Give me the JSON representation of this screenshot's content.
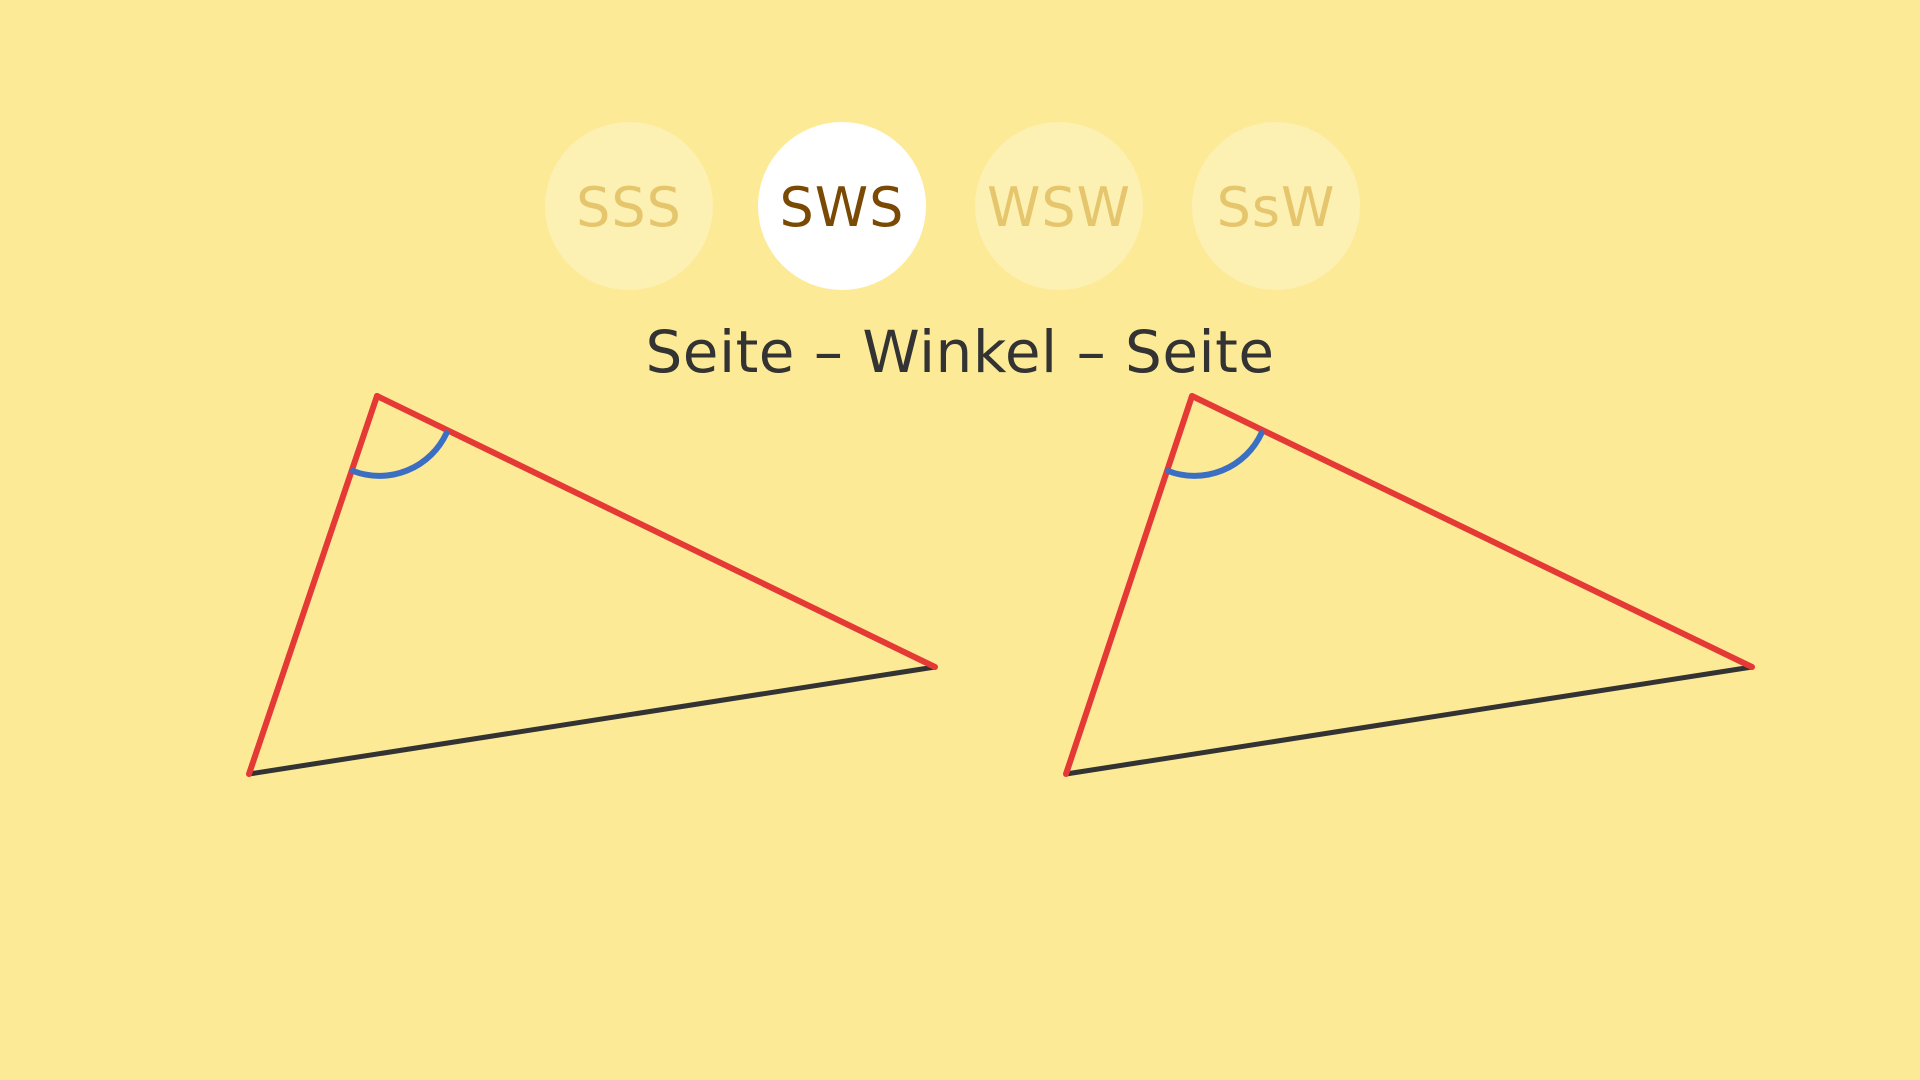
{
  "colors": {
    "background": "#fdea96",
    "active_tab_bg": "#ffffff",
    "active_tab_text": "#7a4a05",
    "inactive_tab_text": "#e3bf62",
    "given_side": "#e53935",
    "third_side": "#333333",
    "angle_arc": "#3a6fc4",
    "subtitle_text": "#333333"
  },
  "tabs": [
    {
      "label": "SSS",
      "active": false
    },
    {
      "label": "SWS",
      "active": true
    },
    {
      "label": "WSW",
      "active": false
    },
    {
      "label": "SsW",
      "active": false
    }
  ],
  "subtitle": "Seite – Winkel – Seite",
  "diagram": {
    "triangle_count": 2,
    "given_sides_highlighted": 2,
    "included_angle_marked": true
  }
}
